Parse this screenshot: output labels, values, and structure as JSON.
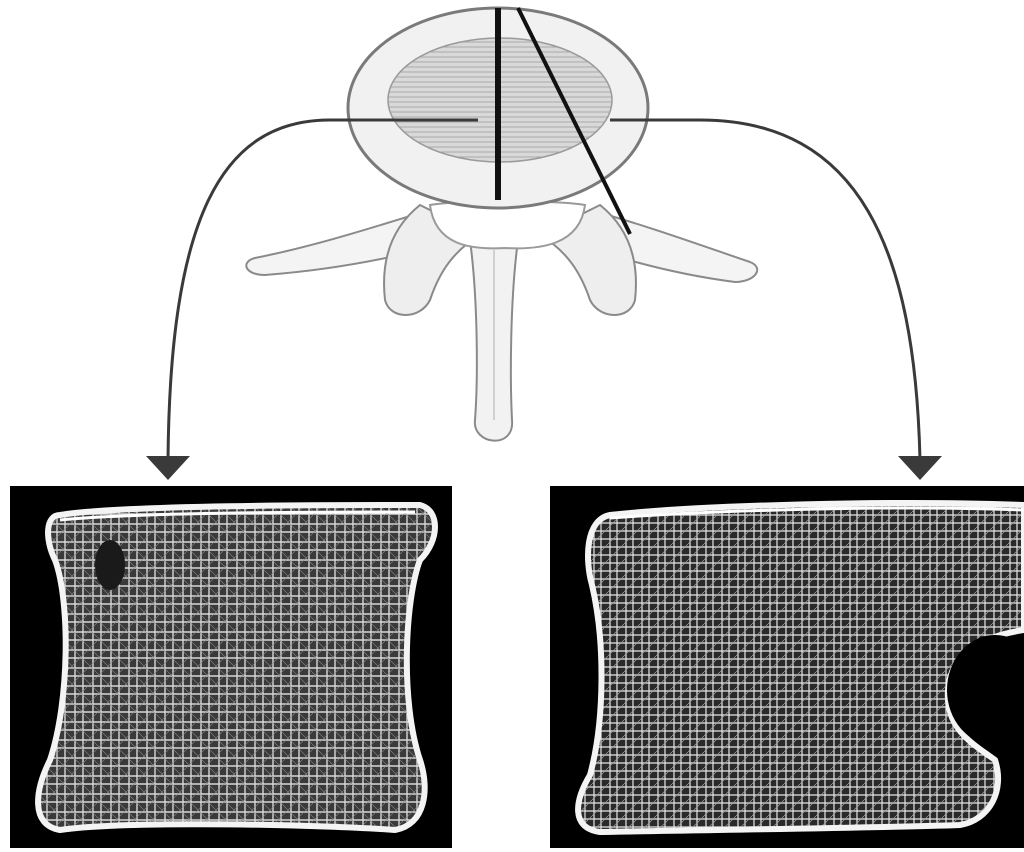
{
  "figure": {
    "background_color": "#ffffff",
    "line_color": "#111111",
    "arrow_color": "#3a3a3a",
    "bone_outline_color": "#666666",
    "bone_fill_color": "#e9e9e9",
    "radiograph_background_color": "#000000",
    "trabecular_color": "#f2f2f2",
    "panels": [
      {
        "id": "left",
        "section": "midsagittal",
        "icon": "vertebral-body-radiograph"
      },
      {
        "id": "right",
        "section": "oblique",
        "icon": "vertebral-body-radiograph-with-pedicle"
      }
    ]
  }
}
